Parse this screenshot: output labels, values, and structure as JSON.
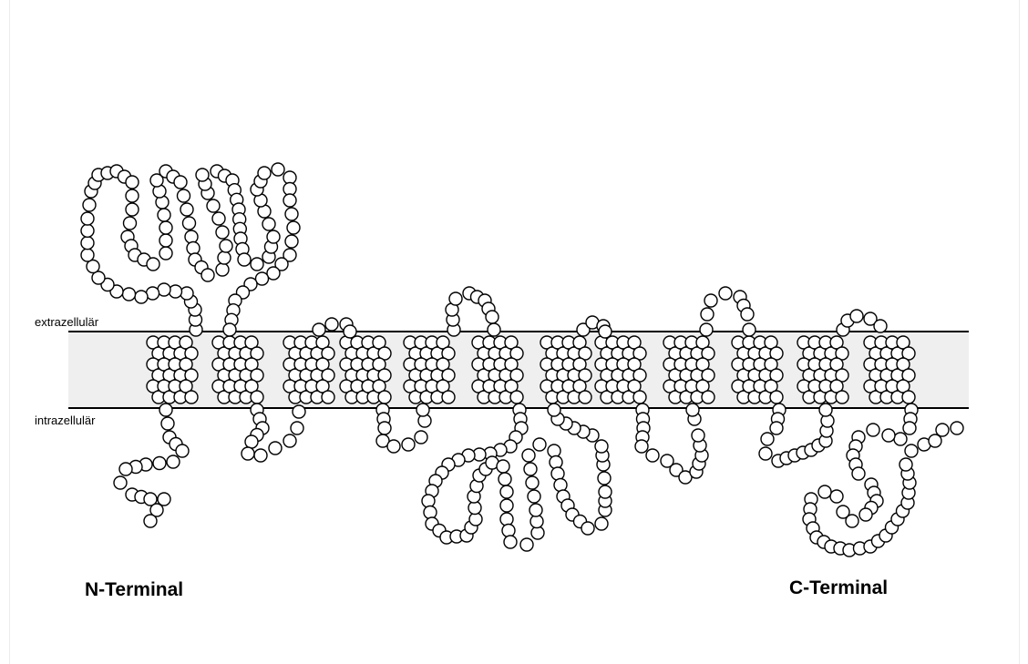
{
  "diagram": {
    "labels": {
      "extracellular": "extrazellulär",
      "intracellular": "intrazellulär",
      "n_terminal": "N-Terminal",
      "c_terminal": "C-Terminal"
    },
    "colors": {
      "membrane_fill": "#efefef",
      "membrane_line": "#000000",
      "residue_fill": "#ffffff",
      "residue_stroke": "#000000"
    },
    "transmembrane_helices": 12
  }
}
